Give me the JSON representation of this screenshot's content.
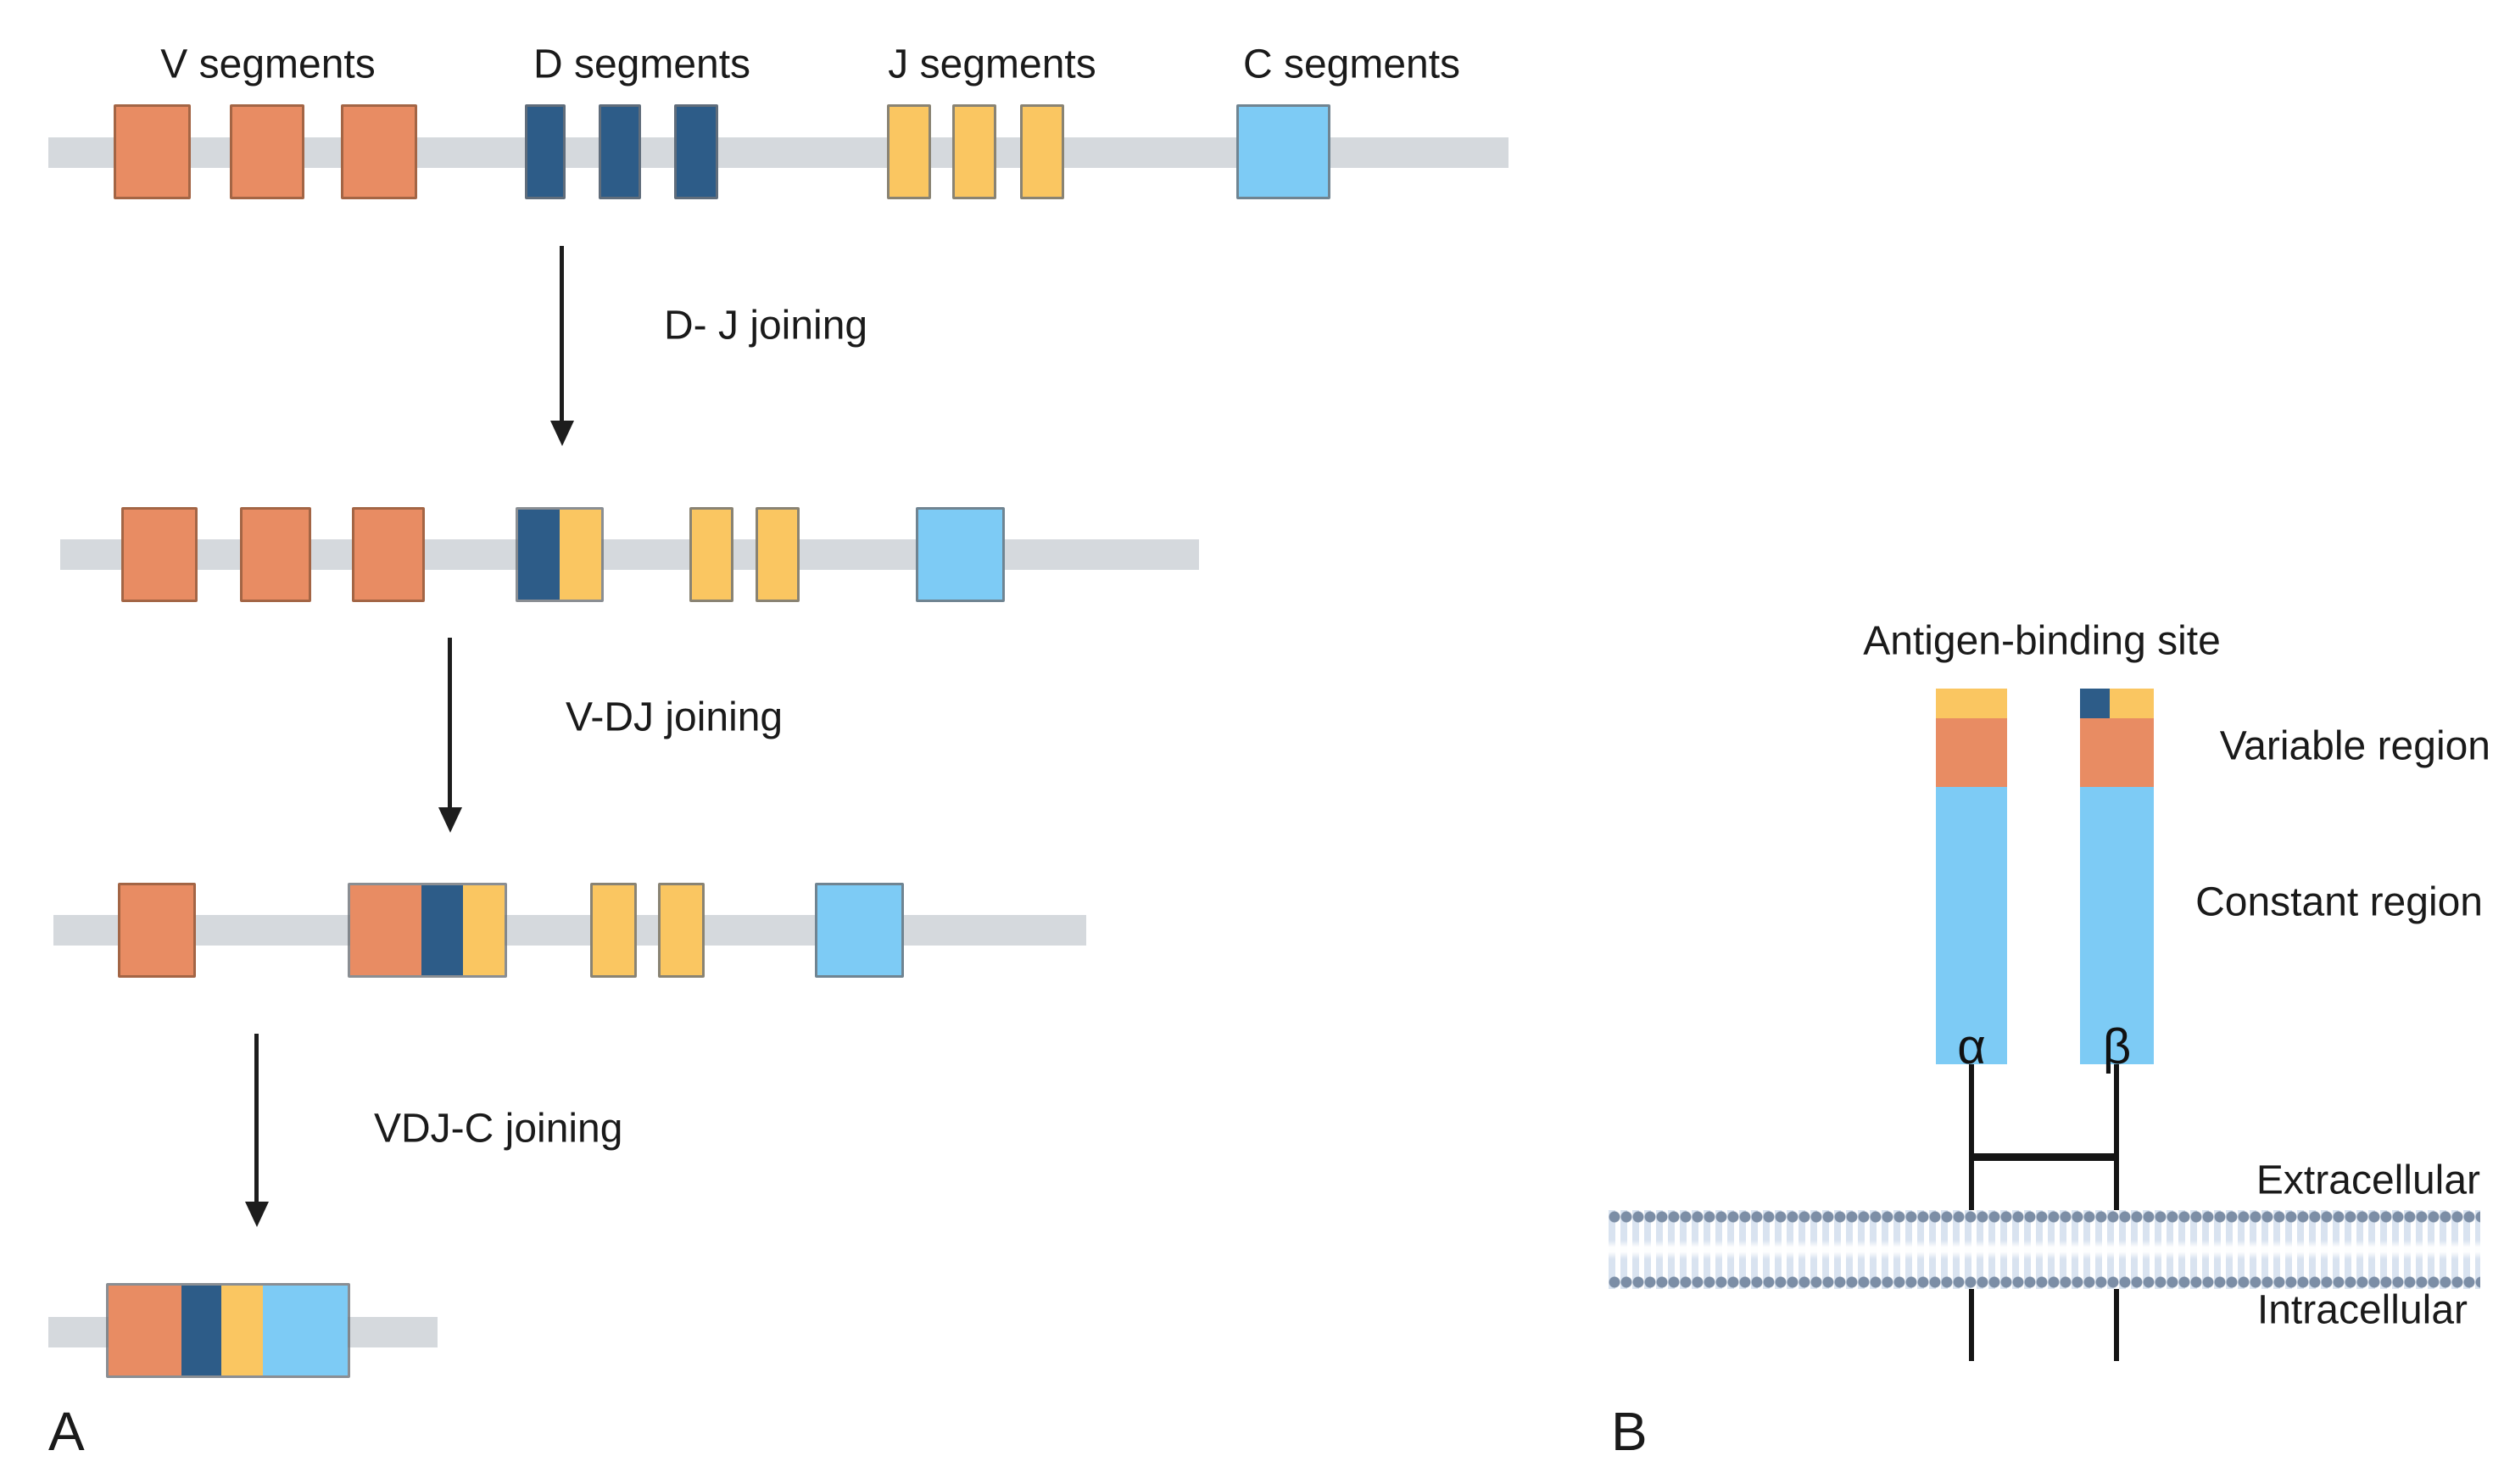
{
  "palette": {
    "v-segment": "#E88C63",
    "d-segment": "#2D5C88",
    "j-segment": "#FAC661",
    "c-segment": "#7DCBF5",
    "dna-bar": "#D5D9DD",
    "arrow": "#1d1d1d",
    "text": "#1a1a1a",
    "membrane-head": "#7C8EA6",
    "membrane-tail": "#D9E3F0"
  },
  "panel_a": {
    "panel_label": "A",
    "gene_labels": {
      "v": "V segments",
      "d": "D segments",
      "j": "J segments",
      "c": "C segments"
    },
    "steps": {
      "step1": "D- J joining",
      "step2": "V-DJ joining",
      "step3": "VDJ-C joining"
    },
    "rows": [
      [
        "V",
        "V",
        "V",
        "D",
        "D",
        "D",
        "J",
        "J",
        "J",
        "C"
      ],
      [
        "V",
        "V",
        "V",
        "DJ",
        "J",
        "J",
        "C"
      ],
      [
        "V",
        "VDJ",
        "J",
        "J",
        "C"
      ],
      [
        "VDJC"
      ]
    ]
  },
  "panel_b": {
    "panel_label": "B",
    "title": "Antigen-binding site",
    "alpha_chain": "α",
    "beta_chain": "β",
    "variable_region": "Variable region",
    "constant_region": "Constant region",
    "extracellular": "Extracellular",
    "intracellular": "Intracellular"
  }
}
